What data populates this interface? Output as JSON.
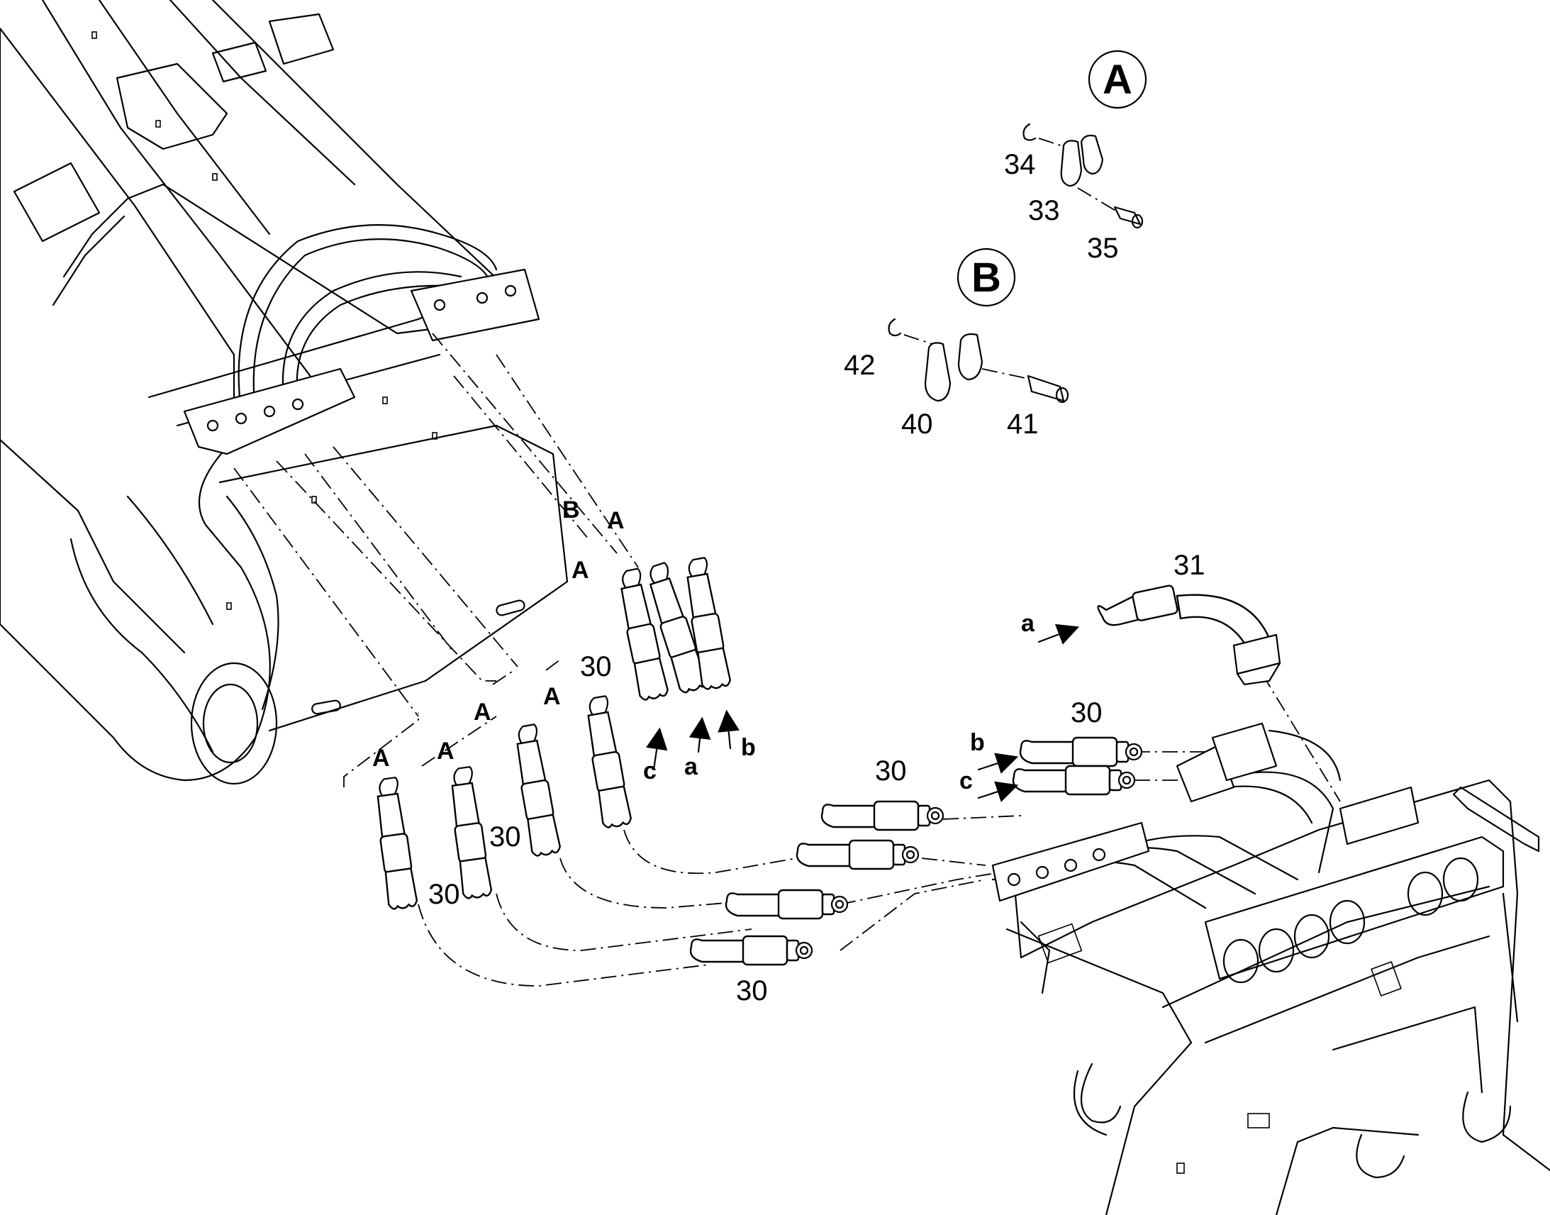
{
  "diagram": {
    "detail_callouts": [
      {
        "id": "A",
        "label": "A"
      },
      {
        "id": "B",
        "label": "B"
      }
    ],
    "part_numbers": {
      "p30": "30",
      "p31": "31",
      "p33": "33",
      "p34": "34",
      "p35": "35",
      "p40": "40",
      "p41": "41",
      "p42": "42"
    },
    "connection_letters": {
      "A": "A",
      "B": "B",
      "a": "a",
      "b": "b",
      "c": "c"
    }
  }
}
